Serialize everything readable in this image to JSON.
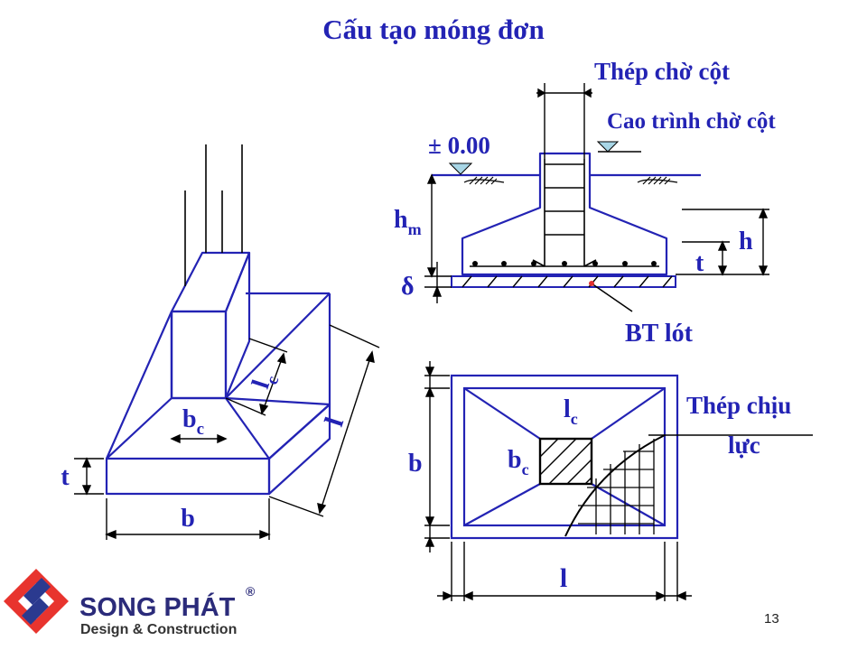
{
  "title": "Cấu tạo móng đơn",
  "iso": {
    "t": "t",
    "b": "b",
    "l": "l",
    "bc": "b",
    "bc_sub": "c",
    "lc": "l",
    "lc_sub": "c"
  },
  "section": {
    "thep_cho_cot": "Thép chờ cột",
    "cao_trinh": "Cao trình chờ cột",
    "level": "± 0.00",
    "hm": "h",
    "hm_sub": "m",
    "delta": "δ",
    "h": "h",
    "t": "t",
    "bt_lot": "BT lót"
  },
  "plan": {
    "lc": "l",
    "lc_sub": "c",
    "bc": "b",
    "bc_sub": "c",
    "b": "b",
    "l": "l",
    "thep_chiu_1": "Thép chịu",
    "thep_chiu_2": "lực"
  },
  "logo": {
    "name": "SONG PHÁT",
    "registered": "®",
    "tagline": "Design & Construction"
  },
  "page_number": "13",
  "colors": {
    "line": "#2323b4",
    "text": "#2323b4",
    "black": "#000000",
    "red": "#e03030",
    "logo_red": "#e8342e",
    "logo_blue": "#2b3a8f"
  }
}
